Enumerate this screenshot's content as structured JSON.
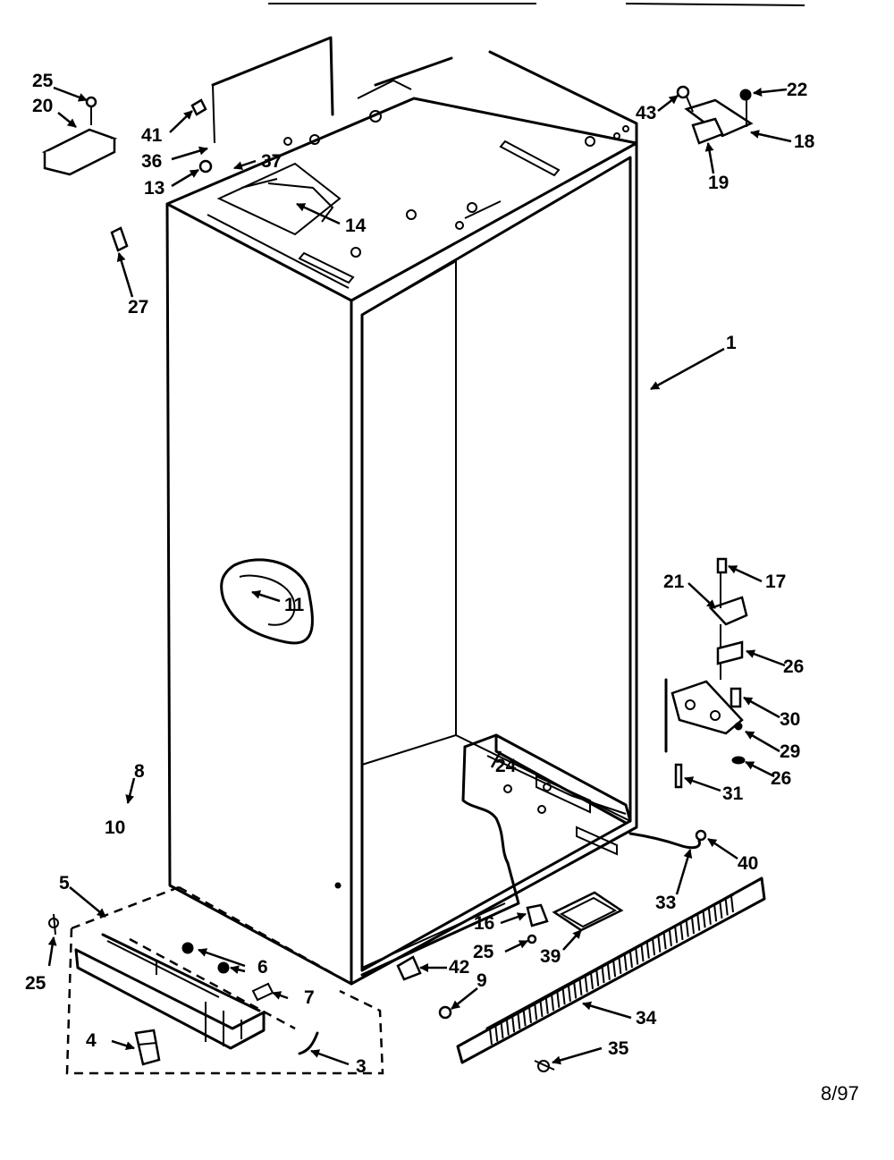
{
  "diagram": {
    "date_code": "8/97",
    "callouts": {
      "c1": "1",
      "c3": "3",
      "c4": "4",
      "c5": "5",
      "c6": "6",
      "c7": "7",
      "c8": "8",
      "c9": "9",
      "c10": "10",
      "c11": "11",
      "c13": "13",
      "c14": "14",
      "c16": "16",
      "c17": "17",
      "c18": "18",
      "c19": "19",
      "c20": "20",
      "c21": "21",
      "c22": "22",
      "c24": "24",
      "c25a": "25",
      "c25b": "25",
      "c25c": "25",
      "c26a": "26",
      "c26b": "26",
      "c27": "27",
      "c29": "29",
      "c30": "30",
      "c31": "31",
      "c33": "33",
      "c34": "34",
      "c35": "35",
      "c36": "36",
      "c37": "37",
      "c39": "39",
      "c40": "40",
      "c41": "41",
      "c42": "42",
      "c43": "43"
    }
  }
}
